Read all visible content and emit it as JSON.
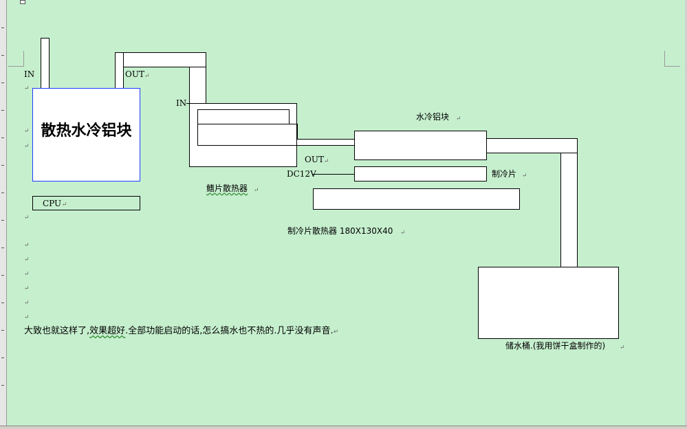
{
  "diagram": {
    "label_in_cpu": "IN",
    "label_out_cpu": "OUT",
    "heatsink_block_title": "散热水冷铝块",
    "cpu_label": "CPU",
    "label_in_fin": "IN",
    "fin_heatsink_label": "鳍片散热器",
    "water_block_label": "水冷铝块",
    "label_out_water": "OUT",
    "dc_label": "DC12V",
    "peltier_label": "制冷片",
    "peltier_heatsink_label": "制冷片散热器 180X130X40",
    "reservoir_label": "储水桶.(我用饼干盒制作的)"
  },
  "body_text": {
    "summary_part1": "大致也就这样了,",
    "summary_underlined": "效果超好",
    "summary_part2": ".全部功能启动的话,怎么搞水也不热的.几乎没有声音."
  },
  "marks": {
    "return": "↵"
  }
}
